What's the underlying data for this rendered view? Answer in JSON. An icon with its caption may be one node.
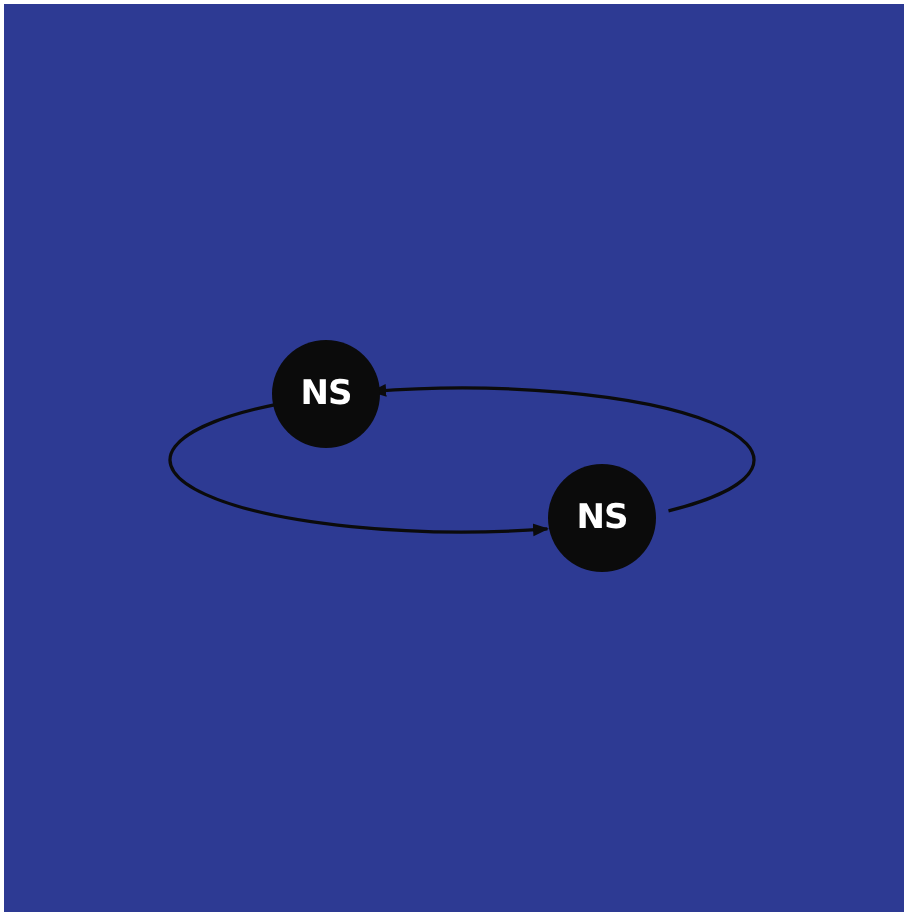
{
  "diagram": {
    "nodes": [
      {
        "text": [
          "NS"
        ]
      },
      {
        "text": [
          "NS"
        ]
      }
    ],
    "edges": [
      {
        "from": 0,
        "to": 1,
        "arrow": "to"
      },
      {
        "from": 1,
        "to": 0,
        "arrow": "to"
      }
    ]
  }
}
